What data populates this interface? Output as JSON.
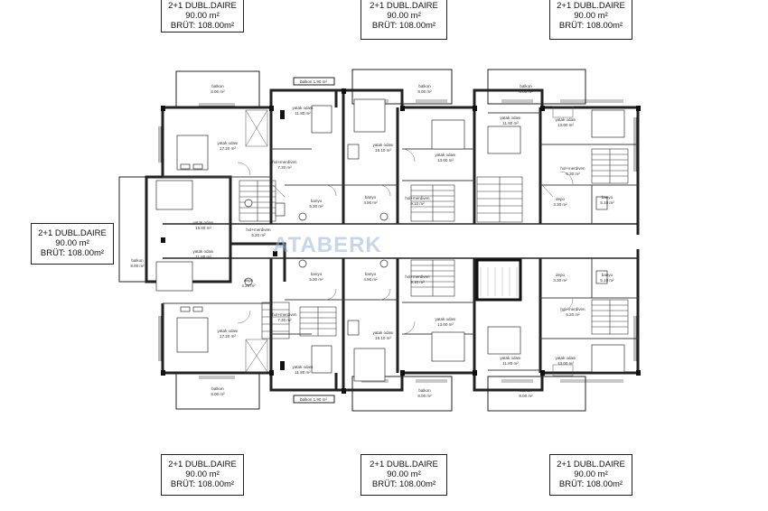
{
  "unit_cards": [
    {
      "type": "2+1 DUBL.DAIRE",
      "net": "90.00 m²",
      "gross": "BRÜT: 108.00m²"
    },
    {
      "type": "2+1 DUBL.DAIRE",
      "net": "90.00 m²",
      "gross": "BRÜT: 108.00m²"
    },
    {
      "type": "2+1 DUBL.DAIRE",
      "net": "90.00 m²",
      "gross": "BRÜT: 108.00m²"
    },
    {
      "type": "2+1 DUBL.DAIRE",
      "net": "90.00 m²",
      "gross": "BRÜT: 108.00m²"
    },
    {
      "type": "2+1 DUBL.DAIRE",
      "net": "90.00 m²",
      "gross": "BRÜT: 108.00m²"
    },
    {
      "type": "2+1 DUBL.DAIRE",
      "net": "90.00 m²",
      "gross": "BRÜT: 108.00m²"
    },
    {
      "type": "2+1 DUBL.DAIRE",
      "net": "90.00 m²",
      "gross": "BRÜT: 108.00m²"
    }
  ],
  "watermark": "ATABERK",
  "rooms": {
    "balkon_top_left": [
      "balkon",
      "8.00 m²"
    ],
    "balkon_top_small": [
      "balkon",
      "1.90 m²"
    ],
    "balkon_top_mid": [
      "balkon",
      "8.00 m²"
    ],
    "balkon_top_right": [
      "balkon",
      "8.00 m²"
    ],
    "yatak_tl": [
      "yatak odası",
      "17.20 m²"
    ],
    "yatak_tl2": [
      "yatak odası",
      "11.80 m²"
    ],
    "hol_tl": [
      "hol+merdiven",
      "7.30 m²"
    ],
    "banyo_tl": [
      "banyo",
      "5.30 m²"
    ],
    "yatak_tm": [
      "yatak odası",
      "15.10 m²"
    ],
    "yatak_tm2": [
      "yatak odası",
      "13.00 m²"
    ],
    "banyo_tm": [
      "banyo",
      "4.90 m²"
    ],
    "hol_tm": [
      "hol+merdiven",
      "9.10 m²"
    ],
    "yatak_tr": [
      "yatak odası",
      "13.00 m²"
    ],
    "yatak_tr2": [
      "yatak odası",
      "11.80 m²"
    ],
    "hol_tr": [
      "hol+merdiven",
      "6.30 m²"
    ],
    "depo_tr": [
      "depo",
      "3.30 m²"
    ],
    "banyo_tr": [
      "banyo",
      "5.10 m²"
    ],
    "yatak_left": [
      "yatak odası",
      "15.80 m²"
    ],
    "yatak_left2": [
      "yatak odası",
      "11.80 m²"
    ],
    "hol_left": [
      "hol+merdiven",
      "6.20 m²"
    ],
    "depo_left": [
      "depo",
      "4.20 m²"
    ],
    "balkon_left": [
      "balkon",
      "8.00 m²"
    ],
    "banyo_bl": [
      "banyo",
      "5.30 m²"
    ],
    "hol_bl": [
      "hol+merdiven",
      "7.30 m²"
    ],
    "yatak_bl": [
      "yatak odası",
      "17.20 m²"
    ],
    "yatak_bl2": [
      "yatak odası",
      "11.80 m²"
    ],
    "banyo_bm": [
      "banyo",
      "4.90 m²"
    ],
    "hol_bm": [
      "hol+merdiven",
      "9.10 m²"
    ],
    "yatak_bm": [
      "yatak odası",
      "15.10 m²"
    ],
    "yatak_bm2": [
      "yatak odası",
      "13.00 m²"
    ],
    "depo_br": [
      "depo",
      "3.30 m²"
    ],
    "banyo_br": [
      "banyo",
      "5.10 m²"
    ],
    "hol_br": [
      "hol+merdiven",
      "6.20 m²"
    ],
    "yatak_br": [
      "yatak odası",
      "13.00 m²"
    ],
    "yatak_br2": [
      "yatak odası",
      "11.80 m²"
    ],
    "balkon_bot_left": [
      "balkon",
      "8.00 m²"
    ],
    "balkon_bot_small": [
      "balkon",
      "1.90 m²"
    ],
    "balkon_bot_mid": [
      "balkon",
      "8.00 m²"
    ],
    "balkon_bot_right": [
      "balkon",
      "8.00 m²"
    ]
  }
}
